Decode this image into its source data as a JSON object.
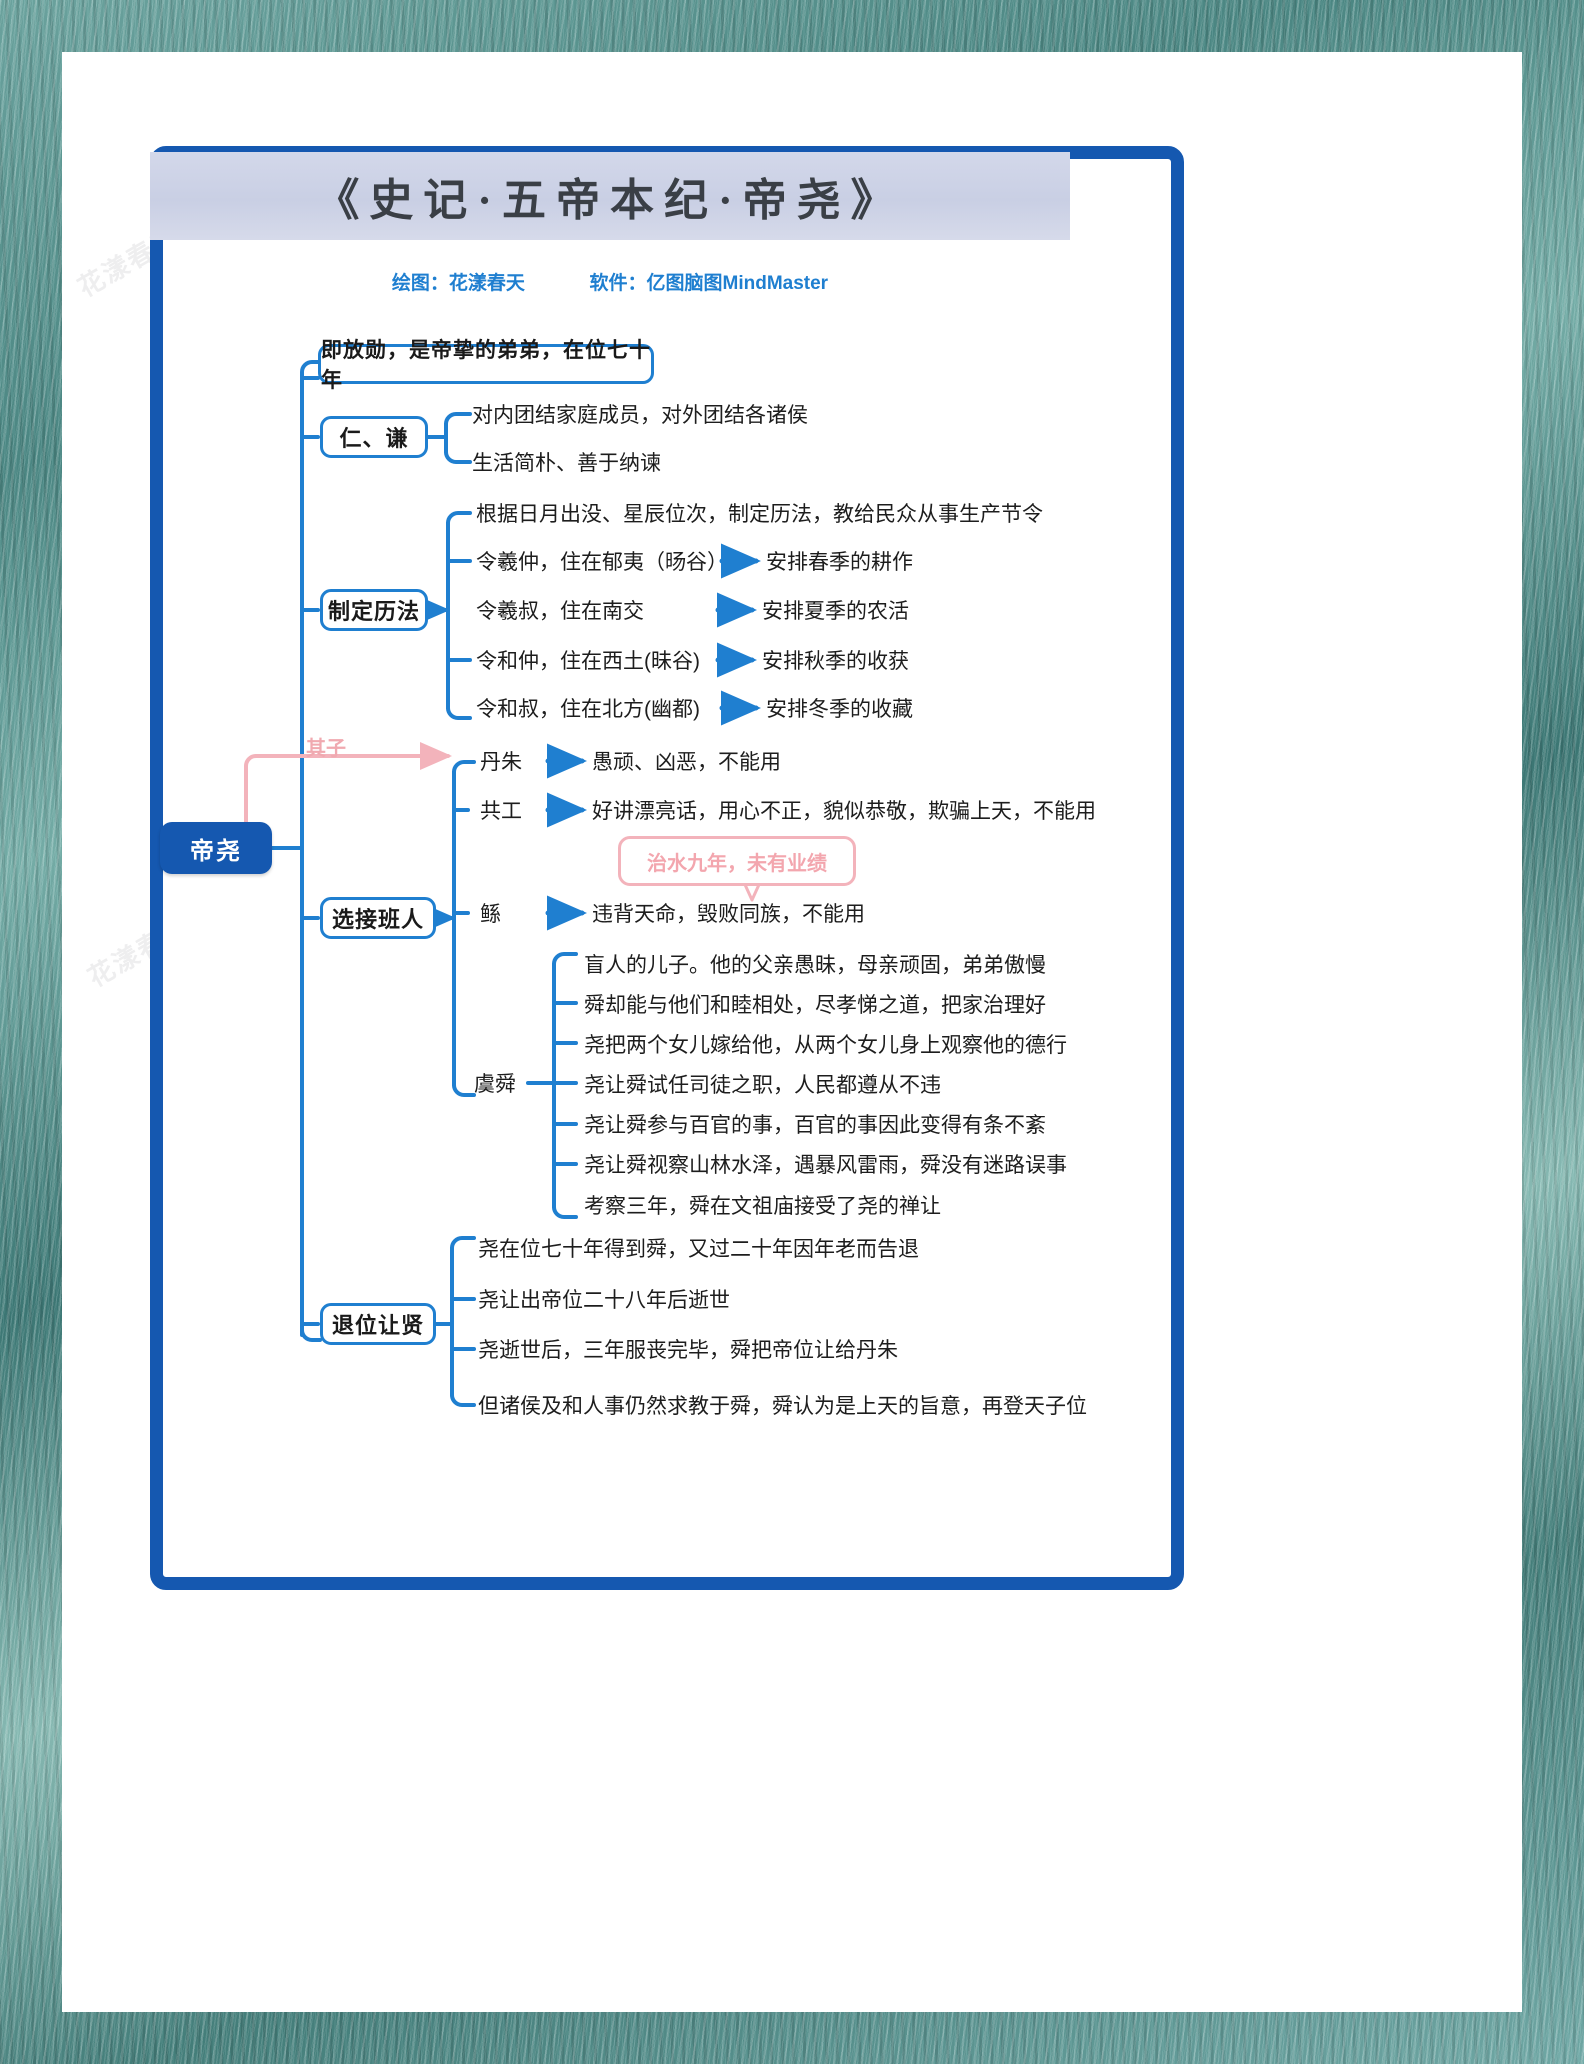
{
  "title": "《史记·五帝本纪·帝尧》",
  "credits": {
    "author_label": "绘图：花漾春天",
    "software_label": "软件：亿图脑图MindMaster"
  },
  "watermark": "花漾春天",
  "colors": {
    "frame_blue": "#1558b0",
    "node_blue": "#1f7fd0",
    "root_fill": "#1558b0",
    "pink": "#f3a6ae",
    "title_band": "#d3d8ea",
    "background_teal": "#4d8b87"
  },
  "mindmap": {
    "root": "帝尧",
    "annotation": {
      "label": "其子",
      "from": "帝尧",
      "to": "丹朱"
    },
    "callout": "治水九年，未有业绩",
    "branches": [
      {
        "label": "即放勋，是帝挚的弟弟，在位七十年",
        "type": "boxed-leaf",
        "children": []
      },
      {
        "label": "仁、谦",
        "type": "category",
        "children": [
          {
            "text": "对内团结家庭成员，对外团结各诸侯"
          },
          {
            "text": "生活简朴、善于纳谏"
          }
        ]
      },
      {
        "label": "制定历法",
        "type": "category",
        "children": [
          {
            "text": "根据日月出没、星辰位次，制定历法，教给民众从事生产节令"
          },
          {
            "text": "令羲仲，住在郁夷（旸谷）",
            "arrow_to": "安排春季的耕作"
          },
          {
            "text": "令羲叔，住在南交",
            "arrow_to": "安排夏季的农活"
          },
          {
            "text": "令和仲，住在西土(昧谷)",
            "arrow_to": "安排秋季的收获"
          },
          {
            "text": "令和叔，住在北方(幽都)",
            "arrow_to": "安排冬季的收藏"
          }
        ]
      },
      {
        "label": "选接班人",
        "type": "category",
        "children": [
          {
            "text": "丹朱",
            "arrow_to": "愚顽、凶恶，不能用"
          },
          {
            "text": "共工",
            "arrow_to": "好讲漂亮话，用心不正，貌似恭敬，欺骗上天，不能用"
          },
          {
            "text": "鲧",
            "arrow_to": "违背天命，毁败同族，不能用"
          },
          {
            "text": "虞舜",
            "children": [
              {
                "text": "盲人的儿子。他的父亲愚昧，母亲顽固，弟弟傲慢"
              },
              {
                "text": "舜却能与他们和睦相处，尽孝悌之道，把家治理好"
              },
              {
                "text": "尧把两个女儿嫁给他，从两个女儿身上观察他的德行"
              },
              {
                "text": "尧让舜试任司徒之职，人民都遵从不违"
              },
              {
                "text": "尧让舜参与百官的事，百官的事因此变得有条不紊"
              },
              {
                "text": "尧让舜视察山林水泽，遇暴风雷雨，舜没有迷路误事"
              },
              {
                "text": "考察三年，舜在文祖庙接受了尧的禅让"
              }
            ]
          }
        ]
      },
      {
        "label": "退位让贤",
        "type": "category",
        "children": [
          {
            "text": "尧在位七十年得到舜，又过二十年因年老而告退"
          },
          {
            "text": "尧让出帝位二十八年后逝世"
          },
          {
            "text": "尧逝世后，三年服丧完毕，舜把帝位让给丹朱"
          },
          {
            "text": "但诸侯及和人事仍然求教于舜，舜认为是上天的旨意，再登天子位"
          }
        ]
      }
    ]
  }
}
